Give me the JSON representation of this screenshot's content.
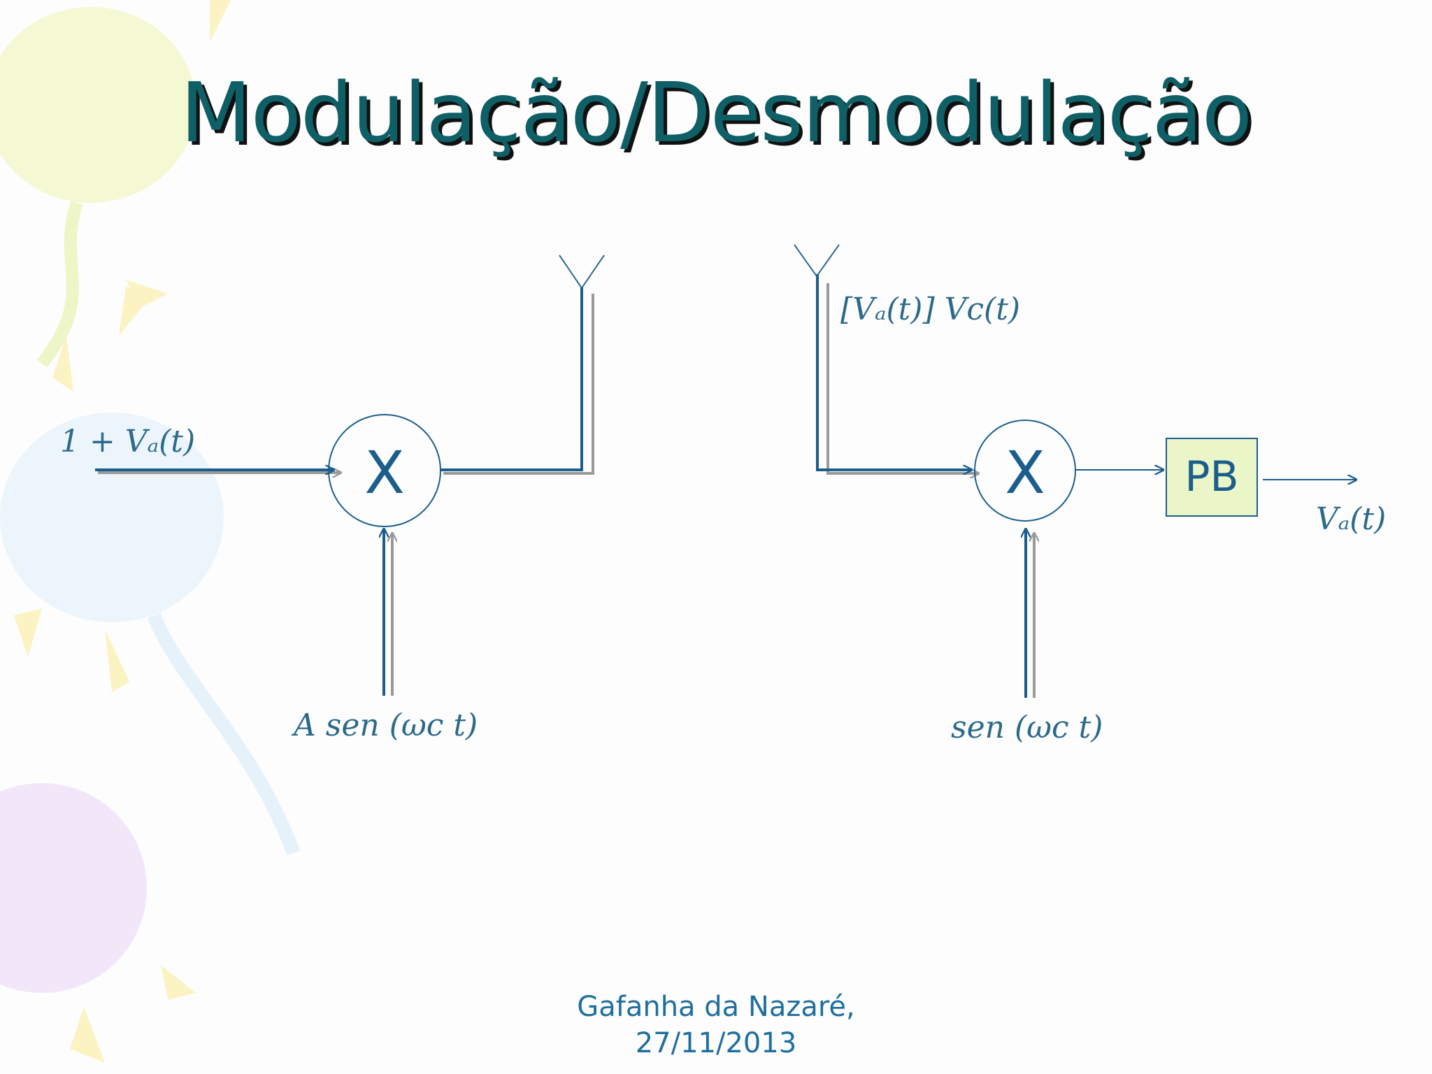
{
  "title": "Modulação/Desmodulação",
  "modulator": {
    "input_label": "1 + Vₐ(t)",
    "multiplier": "X",
    "carrier_label": "A sen (ωc t)"
  },
  "demodulator": {
    "signal_label": "[Vₐ(t)] Vc(t)",
    "multiplier": "X",
    "carrier_label": "sen (ωc t)",
    "filter": "PB",
    "output_label": "Vₐ(t)"
  },
  "footer": {
    "line1": "Gafanha da Nazaré,",
    "line2": "27/11/2013"
  },
  "colors": {
    "title": "#0e6066",
    "line": "#1b5e8c",
    "shadow": "#9a9a9a",
    "label": "#2d6a8a",
    "filter_fill": "#eaf6c8"
  }
}
